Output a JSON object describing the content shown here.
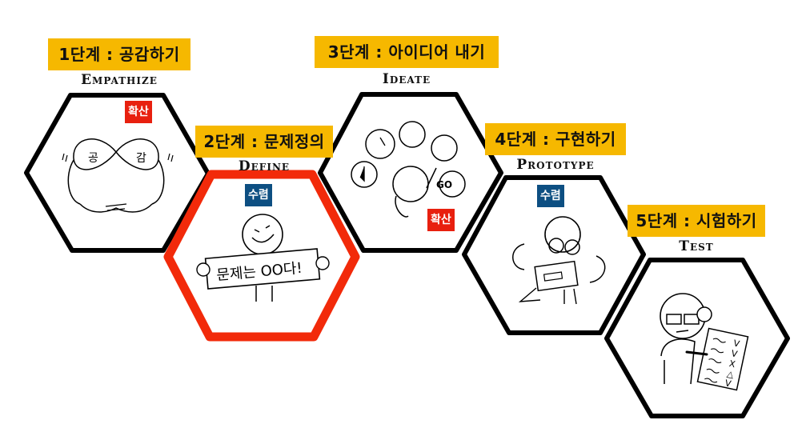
{
  "diagram": {
    "title": "Design Thinking 5 Stages",
    "colors": {
      "label_bg": "#f6b800",
      "diverge_badge": "#e8200f",
      "converge_badge": "#0d4f82",
      "highlight_outline": "#f22a0a",
      "outline": "#000000"
    },
    "stages": [
      {
        "step_label": "1단계 : 공감하기",
        "en_title": "Empathize",
        "badge": "확산",
        "badge_type": "diverge",
        "illustration": "two people with infinity-shaped heads shaking hands",
        "illustration_text": [
          "공",
          "감"
        ],
        "highlighted": false
      },
      {
        "step_label": "2단계 : 문제정의",
        "en_title": "Define",
        "badge": "수렴",
        "badge_type": "converge",
        "illustration": "person holding banner",
        "illustration_text": [
          "문제는 OO다!"
        ],
        "highlighted": true
      },
      {
        "step_label": "3단계 : 아이디어 내기",
        "en_title": "Ideate",
        "badge": "확산",
        "badge_type": "diverge",
        "illustration": "person surrounded by idea bubbles",
        "illustration_text": [
          "GO"
        ],
        "highlighted": false
      },
      {
        "step_label": "4단계 : 구현하기",
        "en_title": "Prototype",
        "badge": "수렴",
        "badge_type": "converge",
        "illustration": "person with goggles building a machine",
        "illustration_text": [],
        "highlighted": false
      },
      {
        "step_label": "5단계 : 시험하기",
        "en_title": "Test",
        "badge": "",
        "badge_type": "none",
        "illustration": "person with headphones checking a test sheet",
        "illustration_text": [
          "V",
          "V",
          "X",
          "△",
          "V"
        ],
        "highlighted": false
      }
    ]
  }
}
